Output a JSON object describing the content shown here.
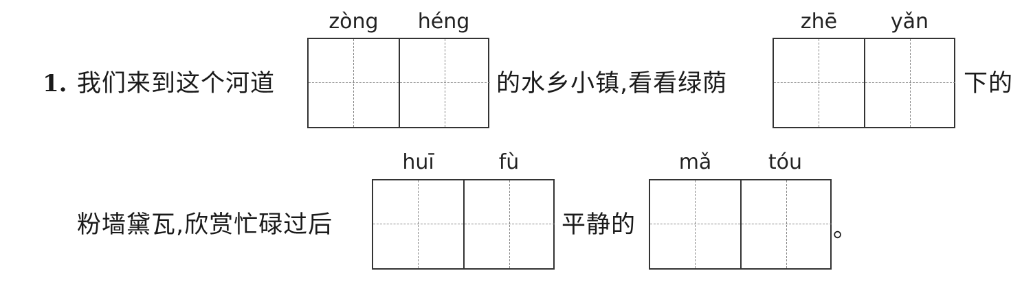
{
  "question": {
    "number": "1.",
    "line1": {
      "seg1": "我们来到这个河道",
      "blank1": {
        "pinyin": [
          "zòng",
          "héng"
        ]
      },
      "seg2": "的水乡小镇,看看绿荫",
      "blank2": {
        "pinyin": [
          "zhē",
          "yǎn"
        ]
      },
      "seg3": "下的"
    },
    "line2": {
      "seg1": "粉墙黛瓦,欣赏忙碌过后",
      "blank3": {
        "pinyin": [
          "huī",
          "fù"
        ]
      },
      "seg2": "平静的",
      "blank4": {
        "pinyin": [
          "mǎ",
          "tóu"
        ]
      },
      "end": "。"
    }
  }
}
